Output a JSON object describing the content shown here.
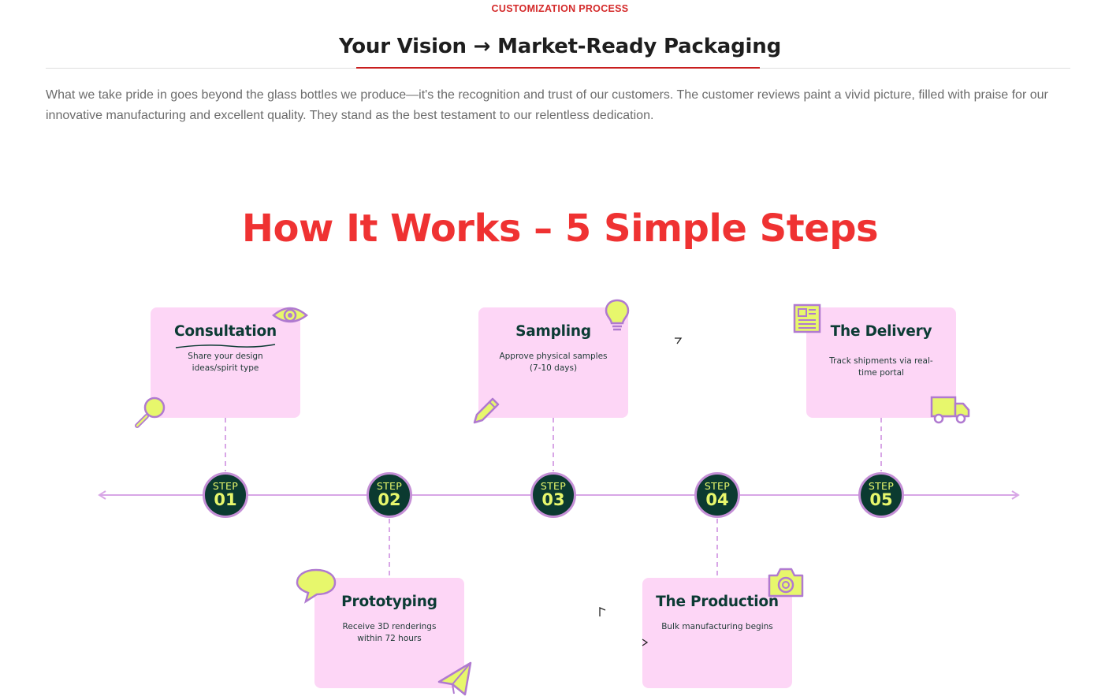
{
  "header": {
    "eyebrow": "CUSTOMIZATION PROCESS",
    "title": "Your Vision → Market-Ready Packaging",
    "intro": "What we take pride in goes beyond the glass bottles we produce—it's the recognition and trust of our customers. The customer reviews paint a vivid picture, filled with praise for our innovative manufacturing and excellent quality. They stand as the best testament to our relentless dedication."
  },
  "how": {
    "title": "How It Works – 5 Simple Steps"
  },
  "steps": [
    {
      "step_label": "STEP",
      "number": "01",
      "title": "Consultation",
      "description": "Share your design ideas/spirit type",
      "icons": [
        "eye-icon",
        "magnifier-icon"
      ]
    },
    {
      "step_label": "STEP",
      "number": "02",
      "title": "Prototyping",
      "description": "Receive 3D renderings within 72 hours",
      "icons": [
        "speech-bubble-icon",
        "paper-plane-icon"
      ]
    },
    {
      "step_label": "STEP",
      "number": "03",
      "title": "Sampling",
      "description": "Approve physical samples (7-10 days)",
      "icons": [
        "lightbulb-icon",
        "pencil-icon"
      ]
    },
    {
      "step_label": "STEP",
      "number": "04",
      "title": "The Production",
      "description": "Bulk manufacturing begins",
      "icons": [
        "camera-icon"
      ]
    },
    {
      "step_label": "STEP",
      "number": "05",
      "title": "The Delivery",
      "description": "Track shipments via real-time portal",
      "icons": [
        "newspaper-icon",
        "truck-icon"
      ]
    }
  ],
  "colors": {
    "brand_red": "#ef3232",
    "eyebrow_red": "#d42a2a",
    "card_pink": "#fdd6f6",
    "circle_green": "#0b3a30",
    "accent_yellow": "#e7f76c",
    "line_purple": "#d8a6e6",
    "icon_outline": "#b07ad0"
  }
}
